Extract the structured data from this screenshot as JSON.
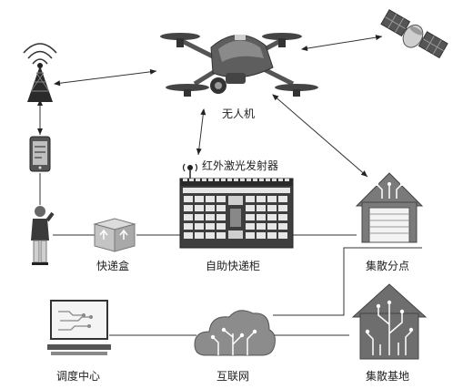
{
  "labels": {
    "drone": "无人机",
    "laser": "红外激光发射器",
    "box": "快递盒",
    "cabinet": "自助快递柜",
    "branch": "集散分点",
    "dispatch": "调度中心",
    "internet": "互联网",
    "base": "集散基地"
  },
  "icons": {
    "tower": "radio-tower-icon",
    "satellite": "satellite-icon",
    "drone": "drone-icon",
    "phone": "mobile-phone-icon",
    "person": "person-icon",
    "box": "parcel-box-icon",
    "cabinet": "locker-cabinet-icon",
    "laser": "infrared-emitter-icon",
    "branch": "warehouse-icon",
    "dispatch": "computer-icon",
    "internet": "cloud-icon",
    "base": "base-building-icon"
  }
}
